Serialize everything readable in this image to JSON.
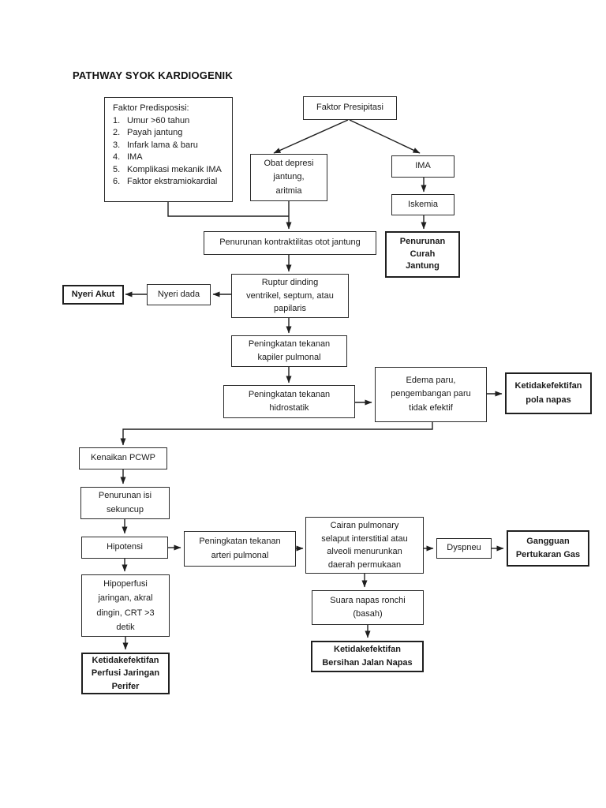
{
  "title": "PATHWAY SYOK KARDIOGENIK",
  "colors": {
    "background": "#ffffff",
    "line": "#1f1f1f",
    "text": "#1a1a1a",
    "box_border": "#2b2b2b"
  },
  "predisposisi": {
    "heading": "Faktor Predisposisi:",
    "items": [
      {
        "num": "1.",
        "text": "Umur >60 tahun"
      },
      {
        "num": "2.",
        "text": "Payah jantung"
      },
      {
        "num": "3.",
        "text": "Infark lama & baru"
      },
      {
        "num": "4.",
        "text": "IMA"
      },
      {
        "num": "5.",
        "text": "Komplikasi mekanik IMA"
      },
      {
        "num": "6.",
        "text": "Faktor ekstramiokardial"
      }
    ]
  },
  "nodes": {
    "faktor_presipitasi": {
      "label": "Faktor Presipitasi"
    },
    "obat_depresi": {
      "label": "Obat depresi\njantung,\naritmia"
    },
    "ima": {
      "label": "IMA"
    },
    "iskemia": {
      "label": "Iskemia"
    },
    "penurunan_curah_jantung": {
      "label": "Penurunan\nCurah\nJantung"
    },
    "penurunan_kontraktilitas": {
      "label": "Penurunan kontraktilitas otot jantung"
    },
    "ruptur_dinding": {
      "label": "Ruptur dinding\nventrikel, septum, atau\npapilaris"
    },
    "nyeri_dada": {
      "label": "Nyeri dada"
    },
    "nyeri_akut": {
      "label": "Nyeri Akut"
    },
    "tekanan_kapiler": {
      "label": "Peningkatan tekanan\nkapiler pulmonal"
    },
    "tekanan_hidrostatik": {
      "label": "Peningkatan tekanan\nhidrostatik"
    },
    "edema_paru": {
      "label": "Edema paru,\npengembangan paru\ntidak efektif"
    },
    "pola_napas": {
      "label": "Ketidakefektifan\npola napas"
    },
    "kenaikan_pcwp": {
      "label": "Kenaikan PCWP"
    },
    "penurunan_isi_sekuncup": {
      "label": "Penurunan isi\nsekuncup"
    },
    "hipotensi": {
      "label": "Hipotensi"
    },
    "tekanan_arteri_pulmonal": {
      "label": "Peningkatan tekanan\narteri pulmonal"
    },
    "cairan_pulmonary": {
      "label": "Cairan pulmonary\nselaput interstitial atau\nalveoli menurunkan\ndaerah permukaan"
    },
    "dyspneu": {
      "label": "Dyspneu"
    },
    "gangguan_pertukaran_gas": {
      "label": "Gangguan\nPertukaran Gas"
    },
    "suara_napas_ronchi": {
      "label": "Suara napas ronchi\n(basah)"
    },
    "bersihan_jalan_napas": {
      "label": "Ketidakefektifan\nBersihan Jalan Napas"
    },
    "hipoperfusi": {
      "label": "Hipoperfusi\njaringan, akral\ndingin, CRT >3\ndetik"
    },
    "perfusi_jaringan_perifer": {
      "label": "Ketidakefektifan\nPerfusi Jaringan\nPerifer"
    }
  }
}
